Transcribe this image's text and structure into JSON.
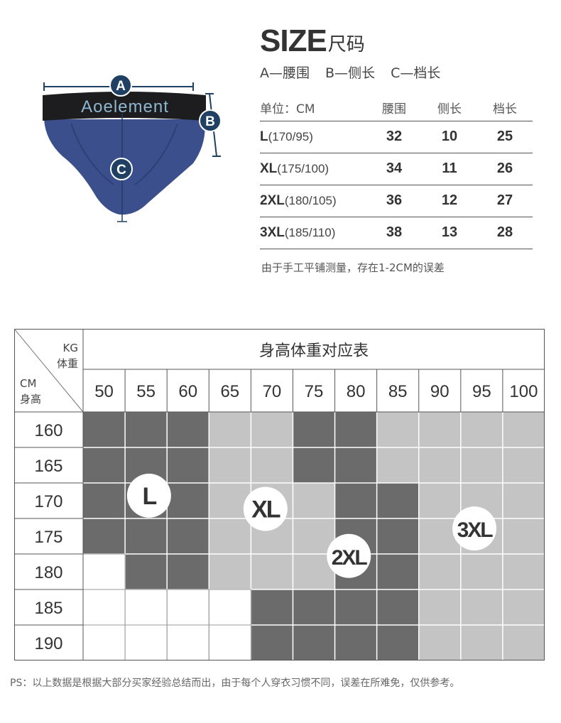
{
  "product": {
    "brand": "Aoelement",
    "markers": {
      "a": "A",
      "b": "B",
      "c": "C"
    },
    "colors": {
      "fabric": "#3b4f8c",
      "waistband": "#1d1d1f",
      "marker": "#1f3f63"
    }
  },
  "size_title": {
    "en": "SIZE",
    "zh": "尺码"
  },
  "legend": [
    "A—腰围",
    "B—侧长",
    "C—档长"
  ],
  "size_table": {
    "headers": [
      "单位：CM",
      "腰围",
      "侧长",
      "档长"
    ],
    "rows": [
      {
        "code": "L",
        "hw": "(170/95)",
        "waist": "32",
        "side": "10",
        "crotch": "25"
      },
      {
        "code": "XL",
        "hw": "(175/100)",
        "waist": "34",
        "side": "11",
        "crotch": "26"
      },
      {
        "code": "2XL",
        "hw": "(180/105)",
        "waist": "36",
        "side": "12",
        "crotch": "27"
      },
      {
        "code": "3XL",
        "hw": "(185/110)",
        "waist": "38",
        "side": "13",
        "crotch": "28"
      }
    ]
  },
  "note": "由于手工平铺测量，存在1-2CM的误差",
  "fit_grid": {
    "title": "身高体重对应表",
    "corner": {
      "kg": "KG",
      "weight": "体重",
      "cm": "CM",
      "height": "身高"
    },
    "weights": [
      "50",
      "55",
      "60",
      "65",
      "70",
      "75",
      "80",
      "85",
      "90",
      "95",
      "100"
    ],
    "heights": [
      "160",
      "165",
      "170",
      "175",
      "180",
      "185",
      "190"
    ],
    "colors": {
      "L": "#6b6b6b",
      "XL": "#c4c4c4",
      "2XL": "#6b6b6b",
      "3XL": "#c4c4c4",
      "none": "#ffffff",
      "border": "#555555",
      "grid_line": "#ffffff"
    },
    "cells": [
      [
        "L",
        "L",
        "L",
        "XL",
        "XL",
        "2XL",
        "2XL",
        "3XL",
        "3XL",
        "3XL",
        "3XL"
      ],
      [
        "L",
        "L",
        "L",
        "XL",
        "XL",
        "2XL",
        "2XL",
        "3XL",
        "3XL",
        "3XL",
        "3XL"
      ],
      [
        "L",
        "L",
        "L",
        "XL",
        "XL",
        "XL",
        "2XL",
        "2XL",
        "3XL",
        "3XL",
        "3XL"
      ],
      [
        "L",
        "L",
        "L",
        "XL",
        "XL",
        "XL",
        "2XL",
        "2XL",
        "3XL",
        "3XL",
        "3XL"
      ],
      [
        "none",
        "L",
        "L",
        "XL",
        "XL",
        "XL",
        "2XL",
        "2XL",
        "3XL",
        "3XL",
        "3XL"
      ],
      [
        "none",
        "none",
        "none",
        "none",
        "2XL",
        "2XL",
        "2XL",
        "2XL",
        "3XL",
        "3XL",
        "3XL"
      ],
      [
        "none",
        "none",
        "none",
        "none",
        "2XL",
        "2XL",
        "2XL",
        "2XL",
        "3XL",
        "3XL",
        "3XL"
      ]
    ],
    "badges": [
      "L",
      "XL",
      "2XL",
      "3XL"
    ]
  },
  "ps_note": "PS：以上数据是根据大部分买家经验总结而出，由于每个人穿衣习惯不同，误差在所难免，仅供参考。"
}
